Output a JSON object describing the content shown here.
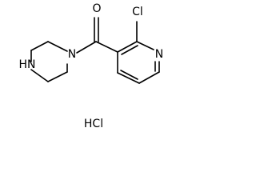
{
  "molecule": {
    "atoms": {
      "oxygen": "O",
      "chlorine": "Cl",
      "pyridine_nitrogen": "N",
      "amide_nitrogen": "N",
      "amine_nitrogen": "HN"
    },
    "salt": "HCl"
  }
}
